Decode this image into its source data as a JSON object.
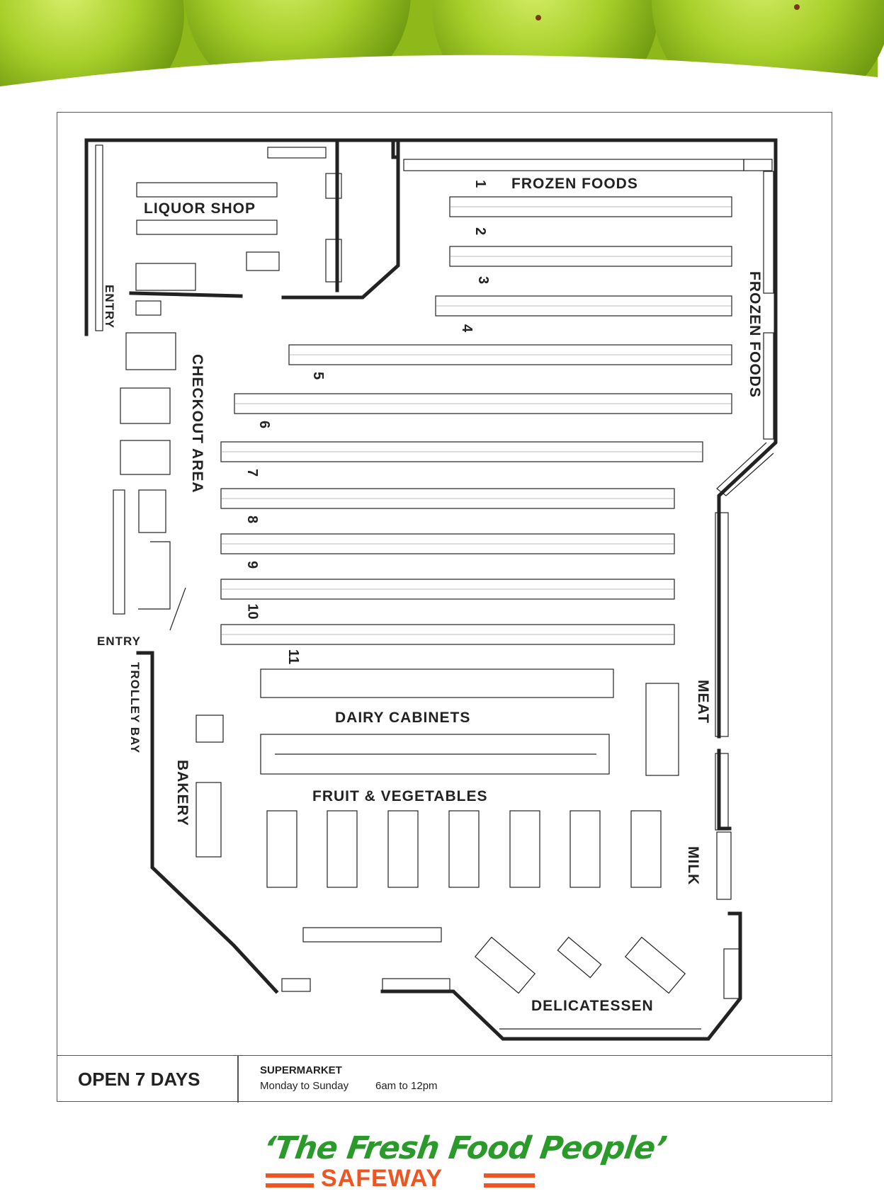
{
  "labels": {
    "liquor_shop": "LIQUOR SHOP",
    "frozen_foods_top": "FROZEN FOODS",
    "frozen_foods_side": "FROZEN FOODS",
    "entry_top": "ENTRY",
    "entry_bottom": "ENTRY",
    "checkout_area": "CHECKOUT AREA",
    "trolley_bay": "TROLLEY BAY",
    "bakery": "BAKERY",
    "dairy_cabinets": "DAIRY CABINETS",
    "fruit_vegetables": "FRUIT & VEGETABLES",
    "meat": "MEAT",
    "milk": "MILK",
    "delicatessen": "DELICATESSEN"
  },
  "aisles": [
    "1",
    "2",
    "3",
    "4",
    "5",
    "6",
    "7",
    "8",
    "9",
    "10",
    "11"
  ],
  "hours": {
    "open_days": "OPEN 7 DAYS",
    "store_type": "SUPERMARKET",
    "days": "Monday to Sunday",
    "times": "6am to 12pm"
  },
  "footer": {
    "tagline": "‘The Fresh Food People’",
    "brand": "SAFEWAY"
  },
  "colors": {
    "banner_green": "#9cc820",
    "tagline_green": "#2a9a2a",
    "brand_orange": "#ee5522",
    "wall": "#222222"
  }
}
